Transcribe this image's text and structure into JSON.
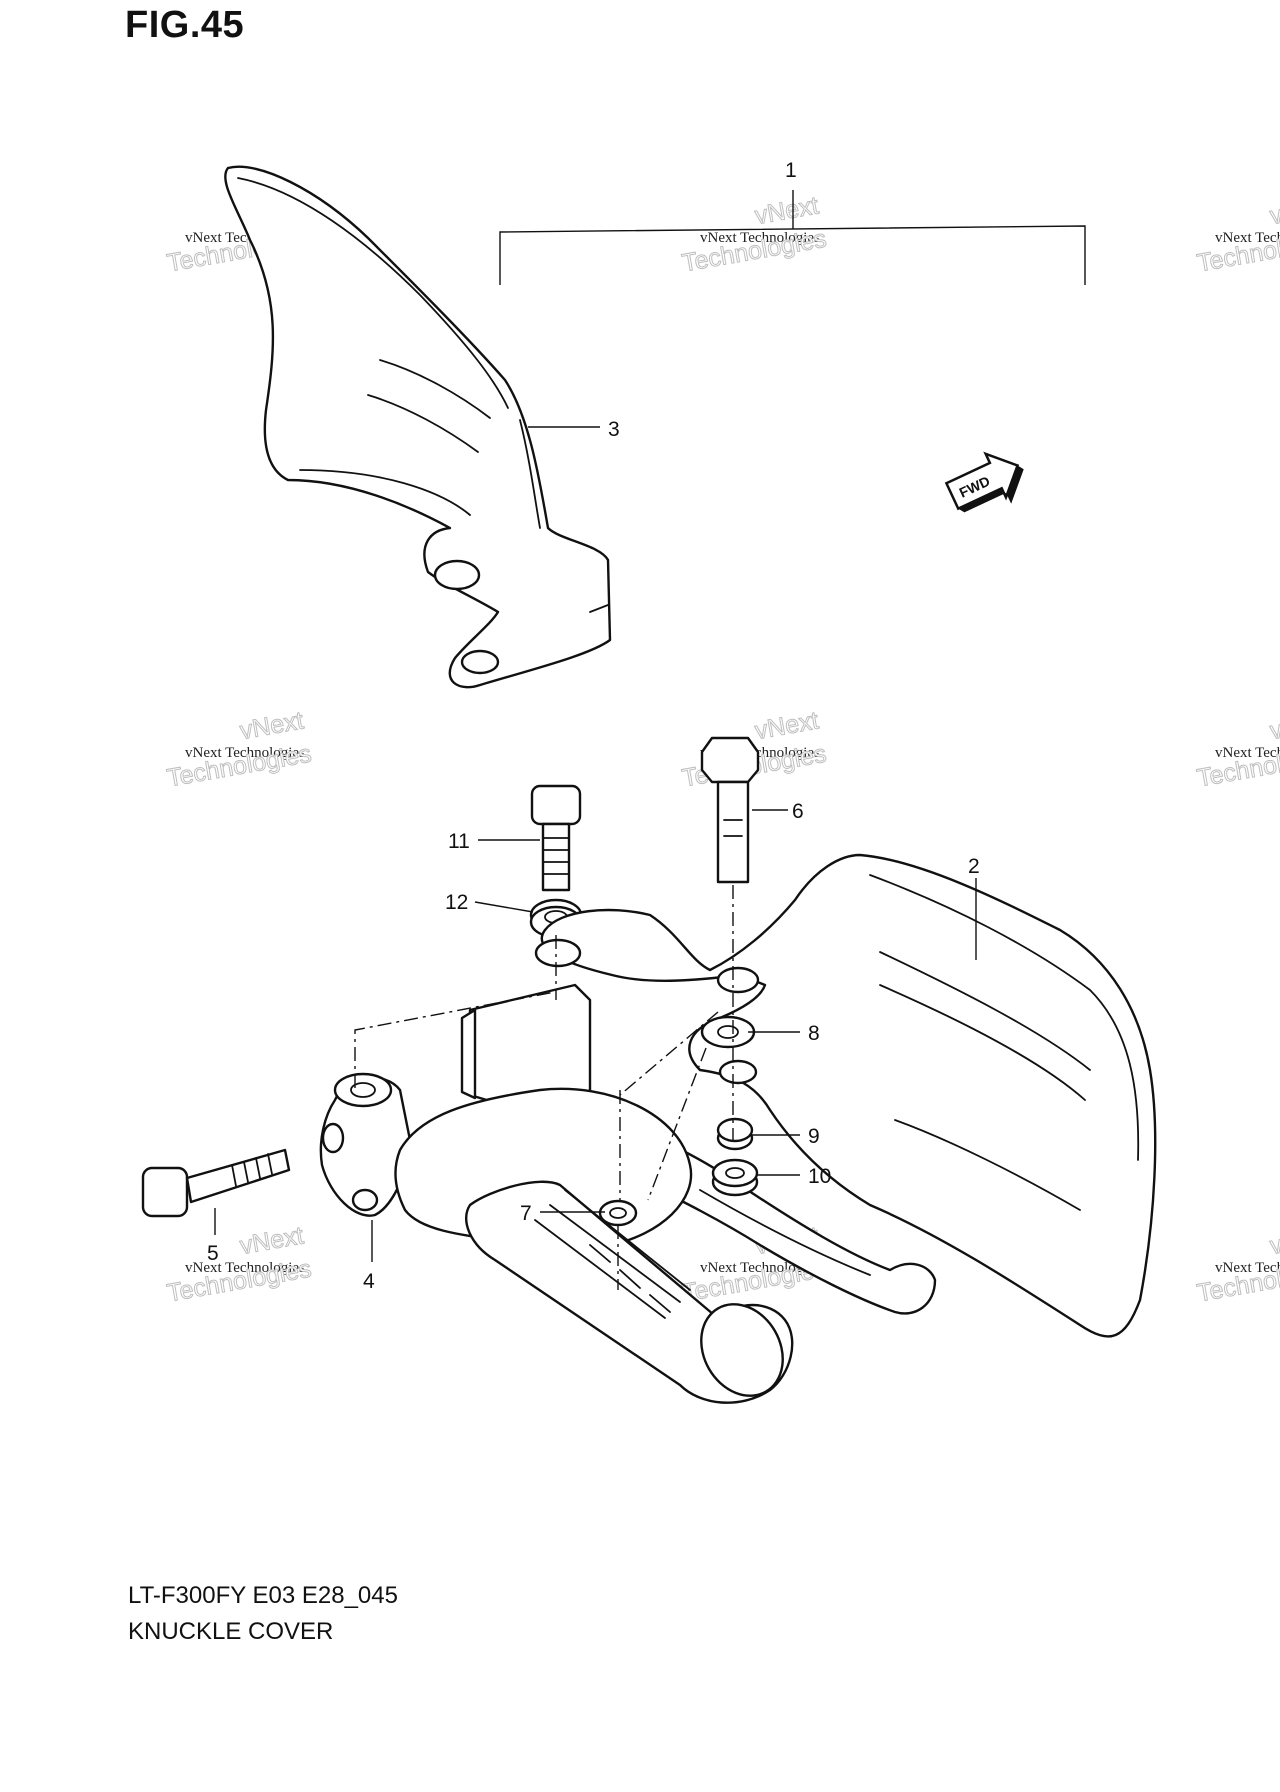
{
  "figure": {
    "title": "FIG.45",
    "model": "LT-F300FY E03 E28_045",
    "name": "KNUCKLE COVER"
  },
  "callouts": [
    "1",
    "2",
    "3",
    "4",
    "5",
    "6",
    "7",
    "8",
    "9",
    "10",
    "11",
    "12"
  ],
  "fwd_badge": "FWD",
  "watermark": {
    "line_small": "vNext Technologies",
    "word_big": "Technologies",
    "word_top": "vNext"
  },
  "colors": {
    "ink": "#111111",
    "background": "#ffffff",
    "watermark": "#bfbfbf"
  }
}
